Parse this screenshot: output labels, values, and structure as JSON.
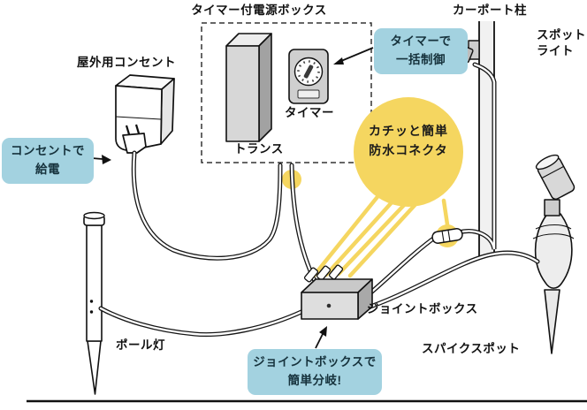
{
  "diagram": {
    "title_labels": {
      "power_box": "タイマー付電源ボックス",
      "carport_pillar": "カーポート柱",
      "outdoor_outlet": "屋外用コンセント",
      "spotlight_line1": "スポット",
      "spotlight_line2": "ライト",
      "transformer": "トランス",
      "timer": "タイマー",
      "joint_box": "ジョイントボックス",
      "pole_light": "ポール灯",
      "spike_spot": "スパイクスポット"
    },
    "callouts": {
      "timer_control": {
        "line1": "タイマーで",
        "line2": "一括制御"
      },
      "outlet_power": {
        "line1": "コンセントで",
        "line2": "給電"
      },
      "waterproof": {
        "line1": "カチッと簡単",
        "line2": "防水コネクタ"
      },
      "joint_branch": {
        "line1": "ジョイントボックスで",
        "line2": "簡単分岐!"
      }
    },
    "colors": {
      "callout_bg": "#a3d2e0",
      "highlight": "#f5d660",
      "line": "#161616"
    }
  }
}
